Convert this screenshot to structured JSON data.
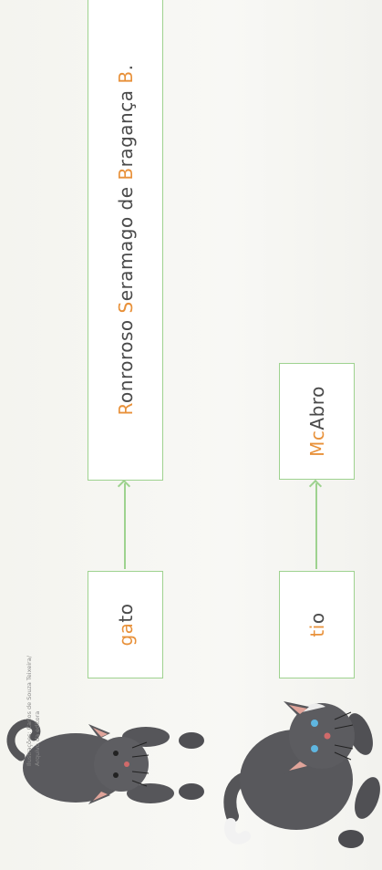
{
  "rows": [
    {
      "source": {
        "accent": "ga",
        "rest": "to"
      },
      "target": [
        {
          "text": "R",
          "accent": true
        },
        {
          "text": "onroroso ",
          "accent": false
        },
        {
          "text": "S",
          "accent": true
        },
        {
          "text": "eramago de ",
          "accent": false
        },
        {
          "text": "B",
          "accent": true
        },
        {
          "text": "ragança ",
          "accent": false
        },
        {
          "text": "B",
          "accent": true
        },
        {
          "text": ".",
          "accent": false
        }
      ]
    },
    {
      "source": {
        "accent": "ti",
        "rest": "o"
      },
      "target": [
        {
          "text": "Mc",
          "accent": true
        },
        {
          "text": "Abro",
          "accent": false
        }
      ]
    }
  ],
  "credit": {
    "line1": "Ilustrações: Carlos de Souza Teixeira/",
    "line2": "Arquivo da editora"
  },
  "colors": {
    "accent": "#e8913a",
    "box_border": "#9ed28f",
    "text": "#4a4a4a"
  },
  "icons": [
    "cat-illustration",
    "cat-illustration"
  ]
}
